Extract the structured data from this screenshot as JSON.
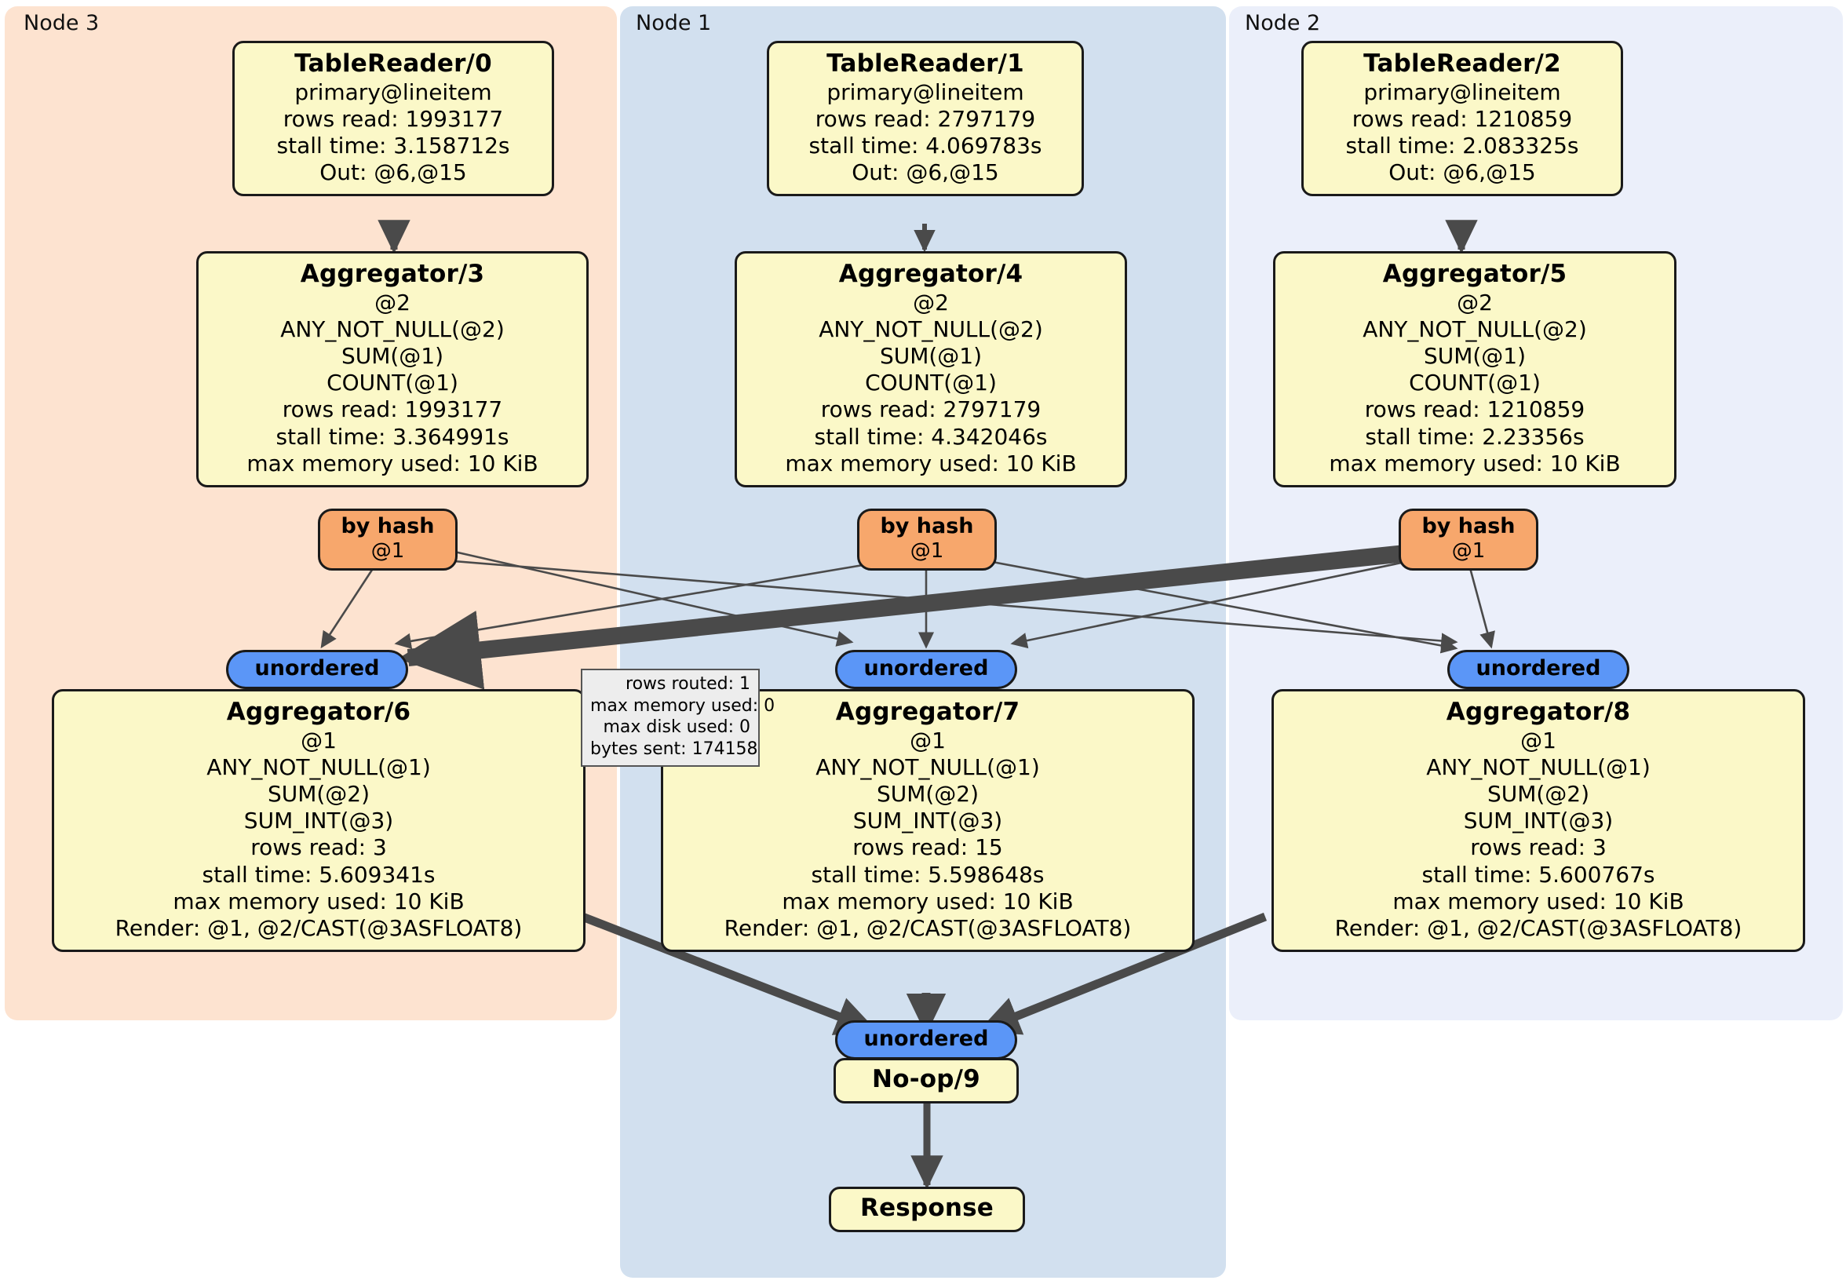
{
  "clusters": [
    {
      "id": "node3",
      "label": "Node 3",
      "color": "#FDE3D0"
    },
    {
      "id": "node1",
      "label": "Node 1",
      "color": "#D2E0EF"
    },
    {
      "id": "node2",
      "label": "Node 2",
      "color": "#EBEFFA"
    }
  ],
  "operators": {
    "table_reader_0": {
      "title": "TableReader/0",
      "lines": [
        "primary@lineitem",
        "rows read: 1993177",
        "stall time: 3.158712s",
        "Out: @6,@15"
      ]
    },
    "table_reader_1": {
      "title": "TableReader/1",
      "lines": [
        "primary@lineitem",
        "rows read: 2797179",
        "stall time: 4.069783s",
        "Out: @6,@15"
      ]
    },
    "table_reader_2": {
      "title": "TableReader/2",
      "lines": [
        "primary@lineitem",
        "rows read: 1210859",
        "stall time: 2.083325s",
        "Out: @6,@15"
      ]
    },
    "aggregator_3": {
      "title": "Aggregator/3",
      "lines": [
        "@2",
        "ANY_NOT_NULL(@2)",
        "SUM(@1)",
        "COUNT(@1)",
        "rows read: 1993177",
        "stall time: 3.364991s",
        "max memory used: 10 KiB"
      ]
    },
    "aggregator_4": {
      "title": "Aggregator/4",
      "lines": [
        "@2",
        "ANY_NOT_NULL(@2)",
        "SUM(@1)",
        "COUNT(@1)",
        "rows read: 2797179",
        "stall time: 4.342046s",
        "max memory used: 10 KiB"
      ]
    },
    "aggregator_5": {
      "title": "Aggregator/5",
      "lines": [
        "@2",
        "ANY_NOT_NULL(@2)",
        "SUM(@1)",
        "COUNT(@1)",
        "rows read: 1210859",
        "stall time: 2.23356s",
        "max memory used: 10 KiB"
      ]
    },
    "aggregator_6": {
      "title": "Aggregator/6",
      "lines": [
        "@1",
        "ANY_NOT_NULL(@1)",
        "SUM(@2)",
        "SUM_INT(@3)",
        "rows read: 3",
        "stall time: 5.609341s",
        "max memory used: 10 KiB",
        "Render: @1, @2/CAST(@3ASFLOAT8)"
      ]
    },
    "aggregator_7": {
      "title": "Aggregator/7",
      "lines": [
        "@1",
        "ANY_NOT_NULL(@1)",
        "SUM(@2)",
        "SUM_INT(@3)",
        "rows read: 15",
        "stall time: 5.598648s",
        "max memory used: 10 KiB",
        "Render: @1, @2/CAST(@3ASFLOAT8)"
      ]
    },
    "aggregator_8": {
      "title": "Aggregator/8",
      "lines": [
        "@1",
        "ANY_NOT_NULL(@1)",
        "SUM(@2)",
        "SUM_INT(@3)",
        "rows read: 3",
        "stall time: 5.600767s",
        "max memory used: 10 KiB",
        "Render: @1, @2/CAST(@3ASFLOAT8)"
      ]
    },
    "noop_9": {
      "title": "No-op/9",
      "lines": []
    },
    "response": {
      "title": "Response",
      "lines": []
    }
  },
  "routers": [
    {
      "id": "by-hash-node3",
      "title": "by hash",
      "sub": "@1"
    },
    {
      "id": "by-hash-node1",
      "title": "by hash",
      "sub": "@1"
    },
    {
      "id": "by-hash-node2",
      "title": "by hash",
      "sub": "@1"
    }
  ],
  "streams": [
    {
      "id": "unordered-node3",
      "title": "unordered"
    },
    {
      "id": "unordered-node1",
      "title": "unordered"
    },
    {
      "id": "unordered-node2",
      "title": "unordered"
    },
    {
      "id": "unordered-final",
      "title": "unordered"
    }
  ],
  "stats_box": {
    "lines": [
      "rows routed: 1",
      "max memory used: 0",
      "max disk used: 0",
      "bytes sent: 174158"
    ]
  },
  "colors": {
    "operator_fill": "#FBF8C8",
    "operator_stroke": "#1a1a1a",
    "router_fill": "#F7A76C",
    "stream_fill": "#5B96F7",
    "edge": "#4a4a4a",
    "stats_fill": "#EDEDED"
  }
}
